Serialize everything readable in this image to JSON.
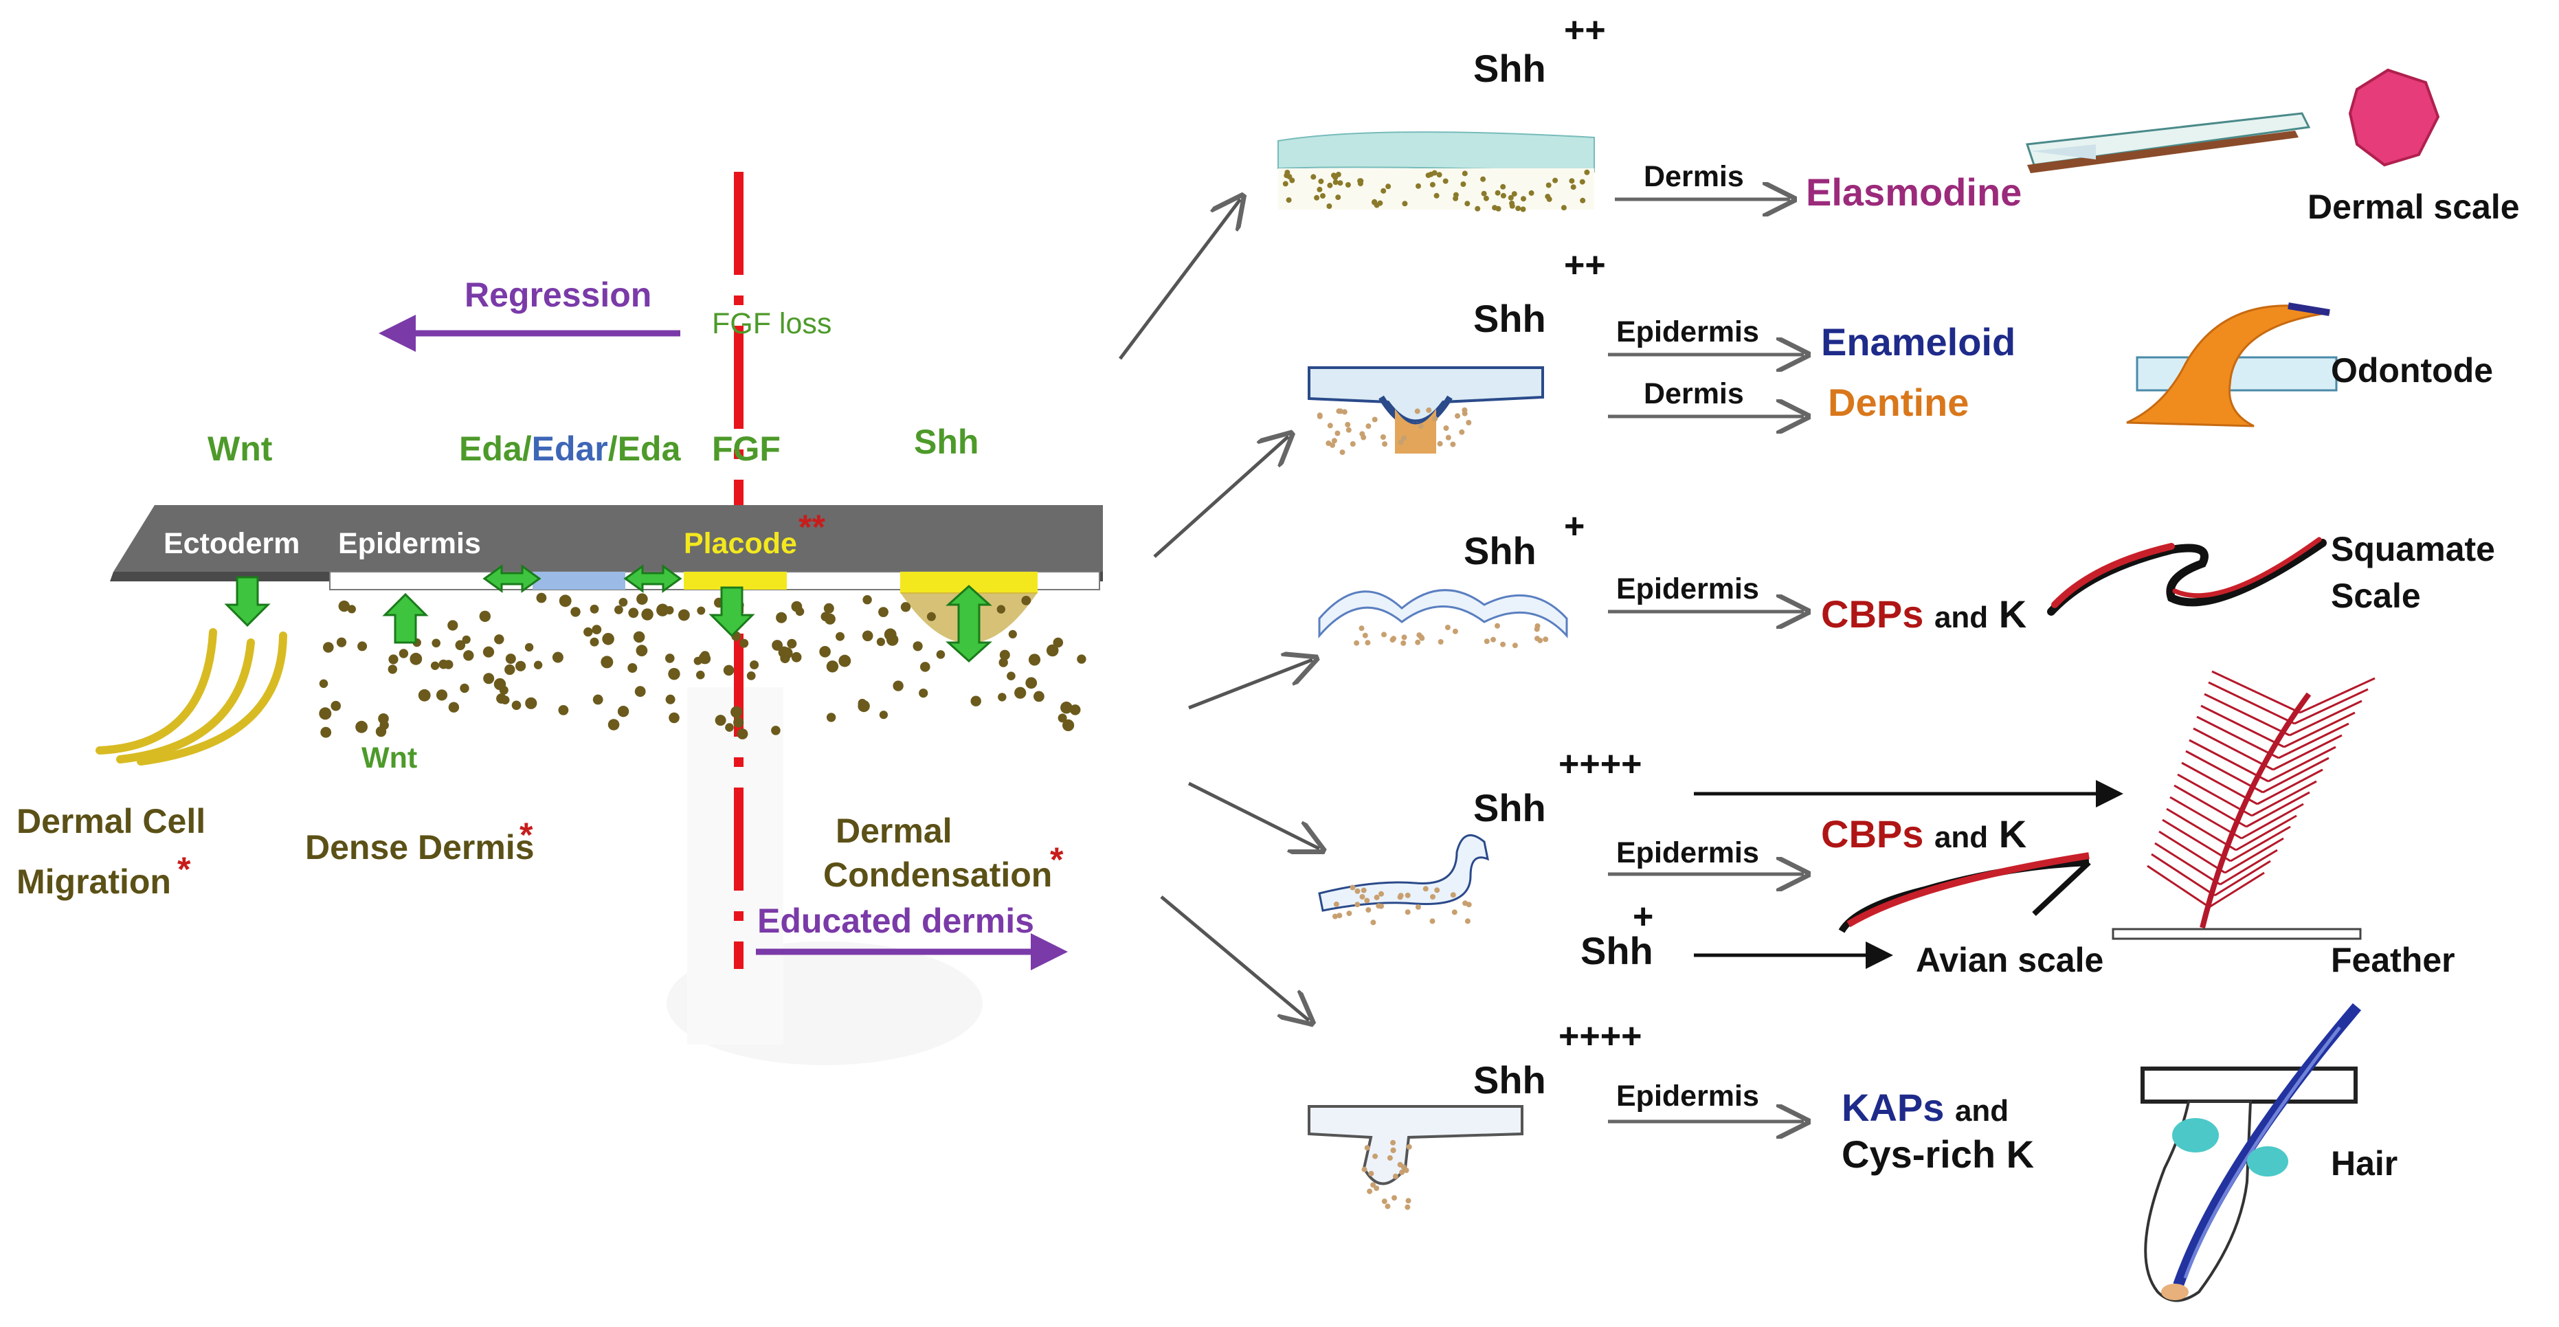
{
  "colors": {
    "green_label": "#4d9a2a",
    "olive_label": "#5b5016",
    "purple_arrow": "#7a3aa8",
    "red_dash": "#e8141b",
    "ectoderm_gray": "#6b6b6b",
    "placode_yellow": "#f3e81e",
    "dermal_dot": "#6b5a1c",
    "green_arrow": "#3ec43e",
    "feather_red": "#b5182a",
    "hair_blue": "#2233a0"
  },
  "left": {
    "regression": "Regression",
    "fgf_loss": "FGF loss",
    "signals": {
      "wnt": "Wnt",
      "eda1": "Eda",
      "slash1": "/",
      "edar": "Edar",
      "slash2": "/",
      "eda2": "Eda",
      "fgf": "FGF",
      "shh": "Shh"
    },
    "layer": {
      "ectoderm": "Ectoderm",
      "epidermis": "Epidermis",
      "placode": "Placode",
      "placode_star": "**"
    },
    "wnt_lower": "Wnt",
    "dermal_cell": "Dermal Cell",
    "migration": "Migration",
    "dense_dermis": "Dense Dermis",
    "dermal": "Dermal",
    "condensation": "Condensation",
    "star": "*",
    "educated_dermis": "Educated dermis"
  },
  "rows": [
    {
      "shh": "Shh",
      "plus": "++",
      "lines": [
        {
          "source": "Dermis",
          "product": "Elasmodine"
        }
      ],
      "structure": "Dermal scale"
    },
    {
      "shh": "Shh",
      "plus": "++",
      "lines": [
        {
          "source": "Epidermis",
          "product": "Enameloid"
        },
        {
          "source": "Dermis",
          "product": "Dentine"
        }
      ],
      "structure": "Odontode"
    },
    {
      "shh": "Shh",
      "plus": "+",
      "lines": [
        {
          "source": "Epidermis",
          "product": "CBPs",
          "and": "and",
          "tail": "K"
        }
      ],
      "structure_line1": "Squamate",
      "structure_line2": "Scale"
    },
    {
      "shh": "Shh",
      "plus": "++++",
      "lines": [
        {
          "source": "Epidermis",
          "product": "CBPs",
          "and": "and",
          "tail": "K"
        }
      ],
      "shh2": "Shh",
      "plus2": "+",
      "product2": "Avian scale",
      "structure": "Feather"
    },
    {
      "shh": "Shh",
      "plus": "++++",
      "lines": [
        {
          "source": "Epidermis",
          "product": "KAPs",
          "and": "and",
          "line2": "Cys-rich K"
        }
      ],
      "structure": "Hair"
    }
  ]
}
